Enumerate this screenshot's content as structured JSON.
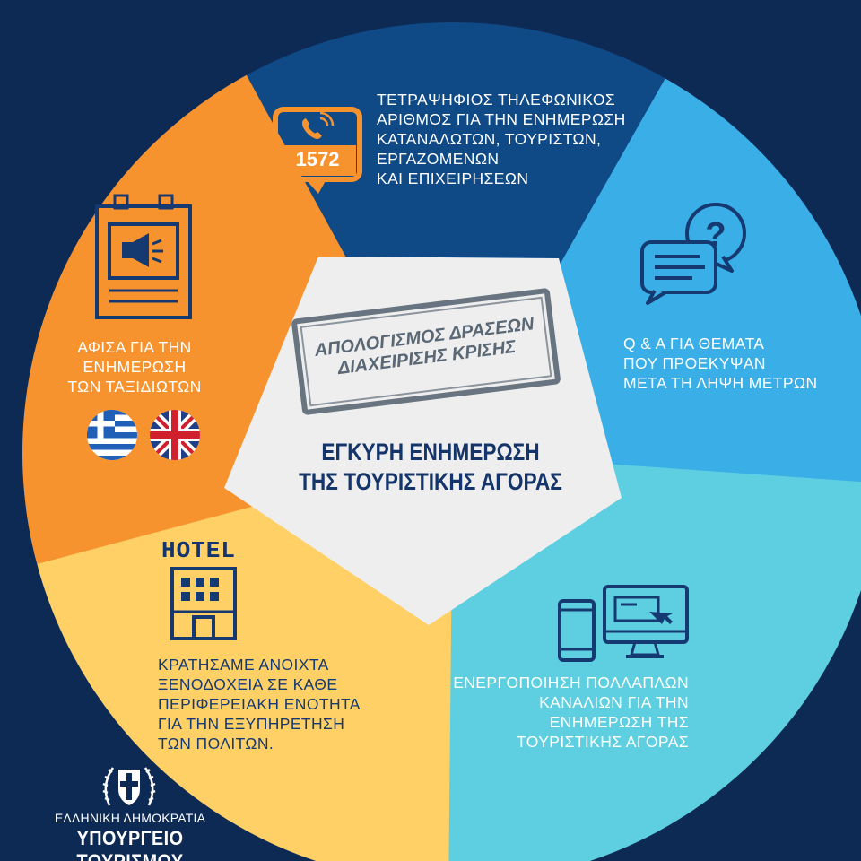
{
  "colors": {
    "background": "#0d2a55",
    "segment_phone": "#0f4a86",
    "segment_qa": "#3aaee6",
    "segment_channels": "#5ecfe0",
    "segment_hotel": "#ffd066",
    "segment_poster": "#f7932f",
    "center": "#eeeeee",
    "text_dark": "#153a72"
  },
  "segments": {
    "phone": {
      "icon": "phone-speech-bubble-icon",
      "number": "1572",
      "lines": [
        "ΤΕΤΡΑΨΗΦΙΟΣ ΤΗΛΕΦΩΝΙΚΟΣ",
        "ΑΡΙΘΜΟΣ ΓΙΑ ΤΗΝ ΕΝΗΜΕΡΩΣΗ",
        "ΚΑΤΑΝΑΛΩΤΩΝ, ΤΟΥΡΙΣΤΩΝ,",
        "ΕΡΓΑΖΟΜΕΝΩΝ",
        "ΚΑΙ ΕΠΙΧΕΙΡΗΣΕΩΝ"
      ]
    },
    "qa": {
      "icon": "chat-question-icon",
      "lines": [
        "Q & A ΓΙΑ ΘΕΜΑΤΑ",
        "ΠΟΥ ΠΡΟΕΚΥΨΑΝ",
        "ΜΕΤΑ ΤΗ ΛΗΨΗ ΜΕΤΡΩΝ"
      ]
    },
    "channels": {
      "icon": "devices-icon",
      "lines": [
        "ΕΝΕΡΓΟΠΟΙΗΣΗ ΠΟΛΛΑΠΛΩΝ",
        "ΚΑΝΑΛΙΩΝ ΓΙΑ ΤΗΝ",
        "ΕΝΗΜΕΡΩΣΗ ΤΗΣ",
        "ΤΟΥΡΙΣΤΙΚΗΣ ΑΓΟΡΑΣ"
      ]
    },
    "hotel": {
      "icon": "hotel-building-icon",
      "sign": "HOTEL",
      "lines": [
        "ΚΡΑΤΗΣΑΜΕ ΑΝΟΙΧΤΑ",
        "ΞΕΝΟΔΟΧΕΙΑ ΣΕ ΚΑΘΕ",
        "ΠΕΡΙΦΕΡΕΙΑΚΗ ΕΝΟΤΗΤΑ",
        "ΓΙΑ ΤΗΝ ΕΞΥΠΗΡΕΤΗΣΗ",
        "ΤΩΝ ΠΟΛΙΤΩΝ."
      ]
    },
    "poster": {
      "icon": "poster-megaphone-icon",
      "flags": [
        "greek-flag-icon",
        "uk-flag-icon"
      ],
      "lines": [
        "ΑΦΙΣΑ ΓΙΑ ΤΗΝ",
        "ΕΝΗΜΕΡΩΣΗ",
        "ΤΩΝ ΤΑΞΙΔΙΩΤΩΝ"
      ]
    }
  },
  "center": {
    "stamp_lines": [
      "ΑΠΟΛΟΓΙΣΜΟΣ ΔΡΑΣΕΩΝ",
      "ΔΙΑΧΕΙΡΙΣΗΣ ΚΡΙΣΗΣ"
    ],
    "title_lines": [
      "ΕΓΚΥΡΗ ΕΝΗΜΕΡΩΣΗ",
      "ΤΗΣ ΤΟΥΡΙΣΤΙΚΗΣ ΑΓΟΡΑΣ"
    ]
  },
  "logo": {
    "icon": "greek-coat-of-arms-icon",
    "line1": "ΕΛΛΗΝΙΚΗ ΔΗΜΟΚΡΑΤΙΑ",
    "line2": "ΥΠΟΥΡΓΕΙΟ ΤΟΥΡΙΣΜΟΥ"
  }
}
